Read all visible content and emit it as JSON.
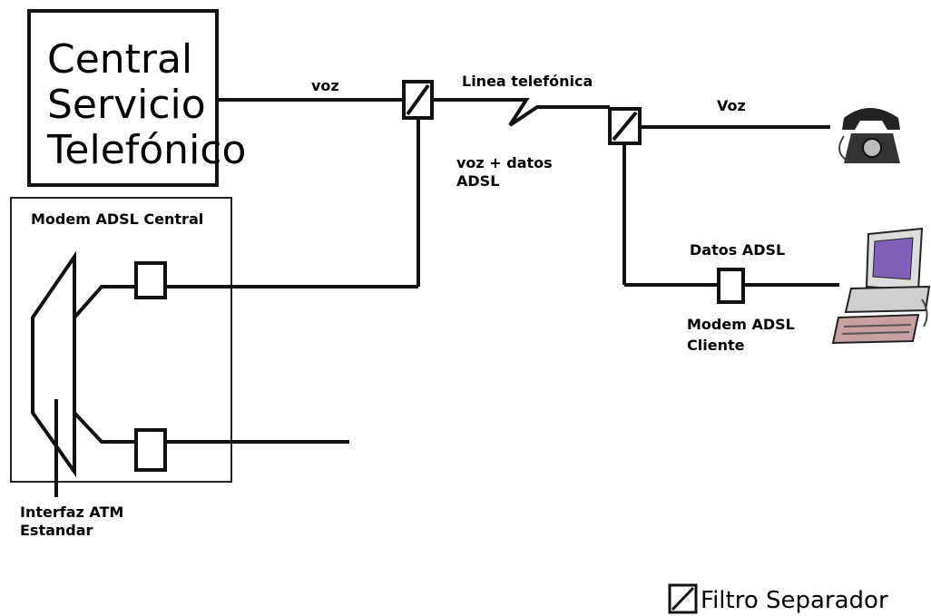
{
  "central": {
    "lines": [
      "Central",
      "Servicio",
      "Telefónico"
    ]
  },
  "labels": {
    "voz_left": "voz",
    "linea": "Linea telefónica",
    "voz_datos_1": "voz + datos",
    "voz_datos_2": "ADSL",
    "voz_right": "Voz",
    "datos_adsl": "Datos ADSL",
    "modem_cliente_1": "Modem ADSL",
    "modem_cliente_2": "Cliente",
    "modem_central": "Modem ADSL Central",
    "interfaz_1": "Interfaz ATM",
    "interfaz_2": "Estandar"
  },
  "legend": {
    "label": "Filtro Separador"
  },
  "icons": {
    "phone": "telephone-icon",
    "computer": "computer-icon"
  }
}
